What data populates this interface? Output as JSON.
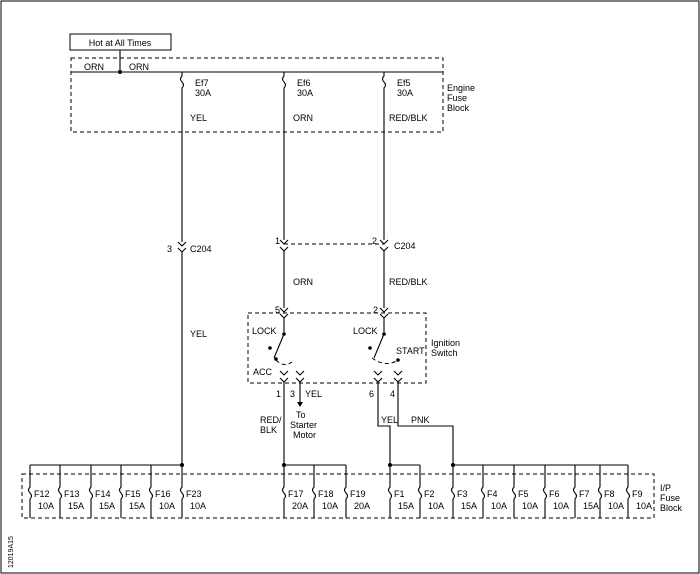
{
  "hot_label": "Hot at All Times",
  "engine_block": {
    "title": [
      "Engine",
      "Fuse",
      "Block"
    ],
    "wire_left": "ORN",
    "wire_right": "ORN",
    "fuses": [
      {
        "name": "Ef7",
        "rating": "30A",
        "wire": "YEL"
      },
      {
        "name": "Ef6",
        "rating": "30A",
        "wire": "ORN"
      },
      {
        "name": "Ef5",
        "rating": "30A",
        "wire": "RED/BLK"
      }
    ]
  },
  "connector": {
    "name": "C204",
    "pin_left": "3",
    "pin_mid": "1",
    "pin_right": "2"
  },
  "mid_wires": {
    "acc": "ORN",
    "start": "RED/BLK",
    "left": "YEL"
  },
  "ignition": {
    "title": [
      "Ignition",
      "Switch"
    ],
    "lock1": "LOCK",
    "lock2": "LOCK",
    "acc": "ACC",
    "start": "START",
    "pin_in_acc": "5",
    "pin_in_start": "2",
    "pins_out": [
      "1",
      "3",
      "6",
      "4"
    ],
    "out_yel": "YEL",
    "starter": [
      "To",
      "Starter",
      "Motor"
    ],
    "wire_redblk": [
      "RED/",
      "BLK"
    ],
    "wire_yel": "YEL",
    "wire_pnk": "PNK"
  },
  "ip_block": {
    "title": [
      "I/P",
      "Fuse",
      "Block"
    ],
    "fuses": [
      {
        "name": "F12",
        "rating": "10A"
      },
      {
        "name": "F13",
        "rating": "15A"
      },
      {
        "name": "F14",
        "rating": "15A"
      },
      {
        "name": "F15",
        "rating": "15A"
      },
      {
        "name": "F16",
        "rating": "10A"
      },
      {
        "name": "F23",
        "rating": "10A"
      },
      {
        "name": "F17",
        "rating": "20A"
      },
      {
        "name": "F18",
        "rating": "10A"
      },
      {
        "name": "F19",
        "rating": "20A"
      },
      {
        "name": "F1",
        "rating": "15A"
      },
      {
        "name": "F2",
        "rating": "10A"
      },
      {
        "name": "F3",
        "rating": "15A"
      },
      {
        "name": "F4",
        "rating": "10A"
      },
      {
        "name": "F5",
        "rating": "10A"
      },
      {
        "name": "F6",
        "rating": "10A"
      },
      {
        "name": "F7",
        "rating": "15A"
      },
      {
        "name": "F8",
        "rating": "10A"
      },
      {
        "name": "F9",
        "rating": "10A"
      }
    ]
  },
  "figure_id": "12019A15"
}
